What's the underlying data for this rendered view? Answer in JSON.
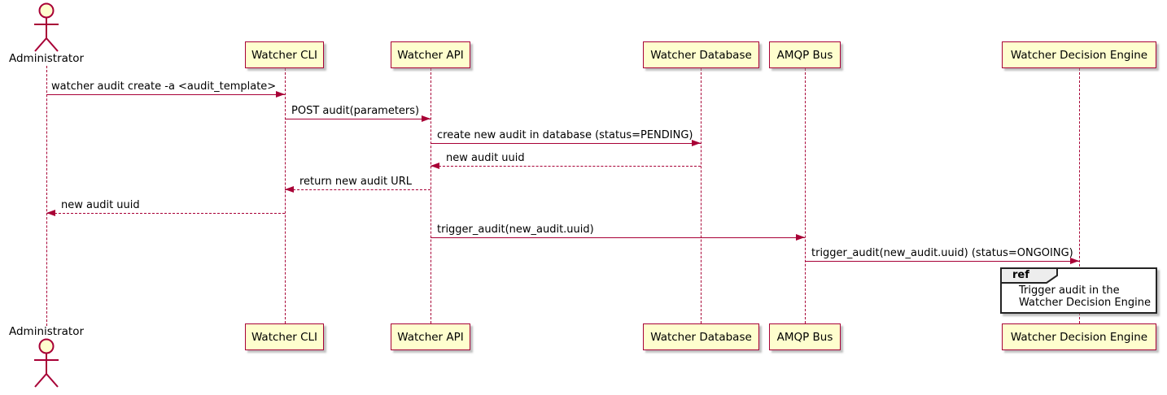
{
  "diagram_type": "uml-sequence-diagram",
  "colors": {
    "accent": "#A80036",
    "participant_fill": "#FEFECE",
    "frame_border": "#232323",
    "frame_label_fill": "#EDEDED",
    "text": "#000000",
    "background": "#FFFFFF"
  },
  "actor": {
    "label": "Administrator"
  },
  "participants": [
    {
      "name": "Watcher CLI"
    },
    {
      "name": "Watcher API"
    },
    {
      "name": "Watcher Database"
    },
    {
      "name": "AMQP Bus"
    },
    {
      "name": "Watcher Decision Engine"
    }
  ],
  "messages": [
    {
      "from": "Administrator",
      "to": "Watcher CLI",
      "style": "solid",
      "label": "watcher audit create -a <audit_template>"
    },
    {
      "from": "Watcher CLI",
      "to": "Watcher API",
      "style": "solid",
      "label": "POST audit(parameters)"
    },
    {
      "from": "Watcher API",
      "to": "Watcher Database",
      "style": "solid",
      "label": "create new audit in database (status=PENDING)"
    },
    {
      "from": "Watcher Database",
      "to": "Watcher API",
      "style": "dashed",
      "label": "new audit uuid"
    },
    {
      "from": "Watcher API",
      "to": "Watcher CLI",
      "style": "dashed",
      "label": "return new audit URL"
    },
    {
      "from": "Watcher CLI",
      "to": "Administrator",
      "style": "dashed",
      "label": "new audit uuid"
    },
    {
      "from": "Watcher API",
      "to": "AMQP Bus",
      "style": "solid",
      "label": "trigger_audit(new_audit.uuid)"
    },
    {
      "from": "AMQP Bus",
      "to": "Watcher Decision Engine",
      "style": "solid",
      "label": "trigger_audit(new_audit.uuid) (status=ONGOING)"
    }
  ],
  "ref_fragment": {
    "keyword": "ref",
    "line1": "Trigger audit in the",
    "line2": "Watcher Decision Engine"
  }
}
